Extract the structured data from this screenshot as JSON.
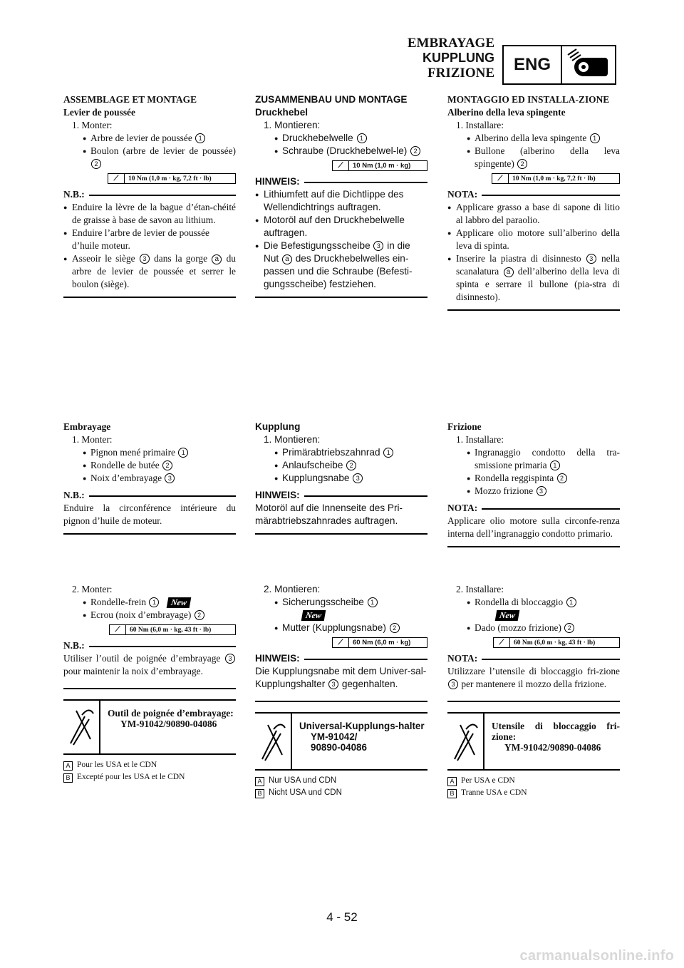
{
  "header": {
    "titles": [
      "EMBRAYAGE",
      "KUPPLUNG",
      "FRIZIONE"
    ],
    "badge": "ENG",
    "badge_icon": "engine-clutch-icon"
  },
  "fr": {
    "s1_title": "ASSEMBLAGE ET MONTAGE",
    "s1_sub": "Levier de poussée",
    "s1_step": "1. Monter:",
    "s1_i1": "Arbre de levier de poussée",
    "s1_i2": "Boulon (arbre de levier de poussée)",
    "torque1": "10 Nm (1,0 m · kg, 7,2 ft · lb)",
    "nb": "N.B.:",
    "s1_n1": "Enduire la lèvre de la bague d’étan-chéité de graisse à base de savon au lithium.",
    "s1_n2": "Enduire l’arbre de levier de poussée d’huile moteur.",
    "s1_n3a": "Asseoir le siège",
    "s1_n3b": "dans la gorge",
    "s1_n3c": "du arbre de levier de poussée et serrer le boulon (siège).",
    "s2_title": "Embrayage",
    "s2_step": "1. Monter:",
    "s2_i1": "Pignon mené primaire",
    "s2_i2": "Rondelle de butée",
    "s2_i3": "Noix d’embrayage",
    "s2_note": "Enduire la circonférence intérieure du pignon d’huile de moteur.",
    "s3_step": "2. Monter:",
    "s3_i1": "Rondelle-frein",
    "s3_i2": "Ecrou (noix d’embrayage)",
    "torque2": "60 Nm (6,0 m · kg, 43 ft · lb)",
    "s3_note_a": "Utiliser l’outil de poignée d’embrayage",
    "s3_note_b": "pour maintenir la noix d’embrayage.",
    "tool_title": "Outil de poignée d’embrayage:",
    "tool_code": "YM-91042/90890-04086",
    "fn_a": "Pour les USA et le CDN",
    "fn_b": "Excepté pour les USA et le CDN"
  },
  "de": {
    "s1_title": "ZUSAMMENBAU UND MONTAGE",
    "s1_sub": "Druckhebel",
    "s1_step": "1. Montieren:",
    "s1_i1": "Druckhebelwelle",
    "s1_i2": "Schraube (Druckhebelwel-le)",
    "torque1": "10 Nm (1,0 m · kg)",
    "nb": "HINWEIS:",
    "s1_n1": "Lithiumfett auf die Dichtlippe des Wellendichtrings auftragen.",
    "s1_n2": "Motoröl auf den Druckhebelwelle auftragen.",
    "s1_n3a": "Die Befestigungsscheibe",
    "s1_n3b": "in die Nut",
    "s1_n3c": "des Druckhebelwelles ein-passen und die Schraube (Befesti-gungsscheibe) festziehen.",
    "s2_title": "Kupplung",
    "s2_step": "1. Montieren:",
    "s2_i1": "Primärabtriebszahnrad",
    "s2_i2": "Anlaufscheibe",
    "s2_i3": "Kupplungsnabe",
    "s2_note": "Motoröl auf die Innenseite des Pri-märabtriebszahnrades auftragen.",
    "s3_step": "2. Montieren:",
    "s3_i1": "Sicherungsscheibe",
    "s3_i2": "Mutter (Kupplungsnabe)",
    "torque2": "60 Nm (6,0 m · kg)",
    "s3_note_a": "Die Kupplungsnabe mit dem Univer-sal-Kupplungshalter",
    "s3_note_b": "gegenhalten.",
    "tool_title": "Universal-Kupplungs-halter",
    "tool_code1": "YM-91042/",
    "tool_code2": "90890-04086",
    "fn_a": "Nur USA und CDN",
    "fn_b": "Nicht USA und CDN"
  },
  "it": {
    "s1_title": "MONTAGGIO ED INSTALLA-ZIONE",
    "s1_sub": "Alberino della leva spingente",
    "s1_step": "1. Installare:",
    "s1_i1": "Alberino della leva spingente",
    "s1_i2": "Bullone (alberino della leva spingente)",
    "torque1": "10 Nm (1,0 m · kg, 7,2 ft · lb)",
    "nb": "NOTA:",
    "s1_n1": "Applicare grasso a base di sapone di litio al labbro del paraolio.",
    "s1_n2": "Applicare olio motore sull’alberino della leva di spinta.",
    "s1_n3a": "Inserire la piastra di disinnesto",
    "s1_n3b": "nella scanalatura",
    "s1_n3c": "dell’alberino della leva di spinta e serrare il bullone (pia-stra di disinnesto).",
    "s2_title": "Frizione",
    "s2_step": "1. Installare:",
    "s2_i1": "Ingranaggio condotto della tra-smissione primaria",
    "s2_i2": "Rondella reggispinta",
    "s2_i3": "Mozzo frizione",
    "s2_note": "Applicare olio motore sulla circonfe-renza interna dell’ingranaggio condotto primario.",
    "s3_step": "2. Installare:",
    "s3_i1": "Rondella di bloccaggio",
    "s3_i2": "Dado (mozzo frizione)",
    "torque2": "60 Nm (6,0 m · kg, 43 ft · lb)",
    "s3_note_a": "Utilizzare l’utensile di bloccaggio fri-zione",
    "s3_note_b": "per mantenere il mozzo della frizione.",
    "tool_title": "Utensile di bloccaggio fri-zione:",
    "tool_code": "YM-91042/90890-04086",
    "fn_a": "Per USA e CDN",
    "fn_b": "Tranne USA e CDN"
  },
  "marks": {
    "n1": "1",
    "n2": "2",
    "n3": "3",
    "la": "a",
    "fa": "A",
    "fb": "B",
    "new": "New"
  },
  "footer": {
    "page": "4 - 52",
    "watermark": "carmanualsonline.info"
  }
}
